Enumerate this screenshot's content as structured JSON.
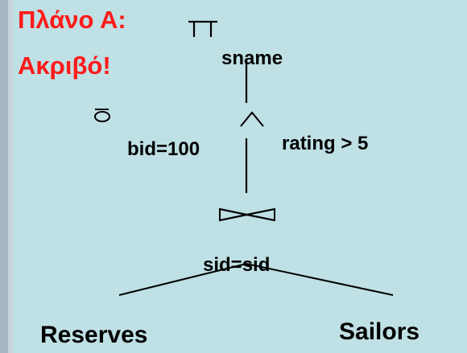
{
  "plan": {
    "title_line1": "Πλάνο Α:",
    "title_line2": "Ακριβό!"
  },
  "operators": {
    "projection_attr": "sname",
    "selection_left": "bid=100",
    "selection_right": "rating > 5",
    "join_condition": "sid=sid"
  },
  "relations": {
    "left": "Reserves",
    "right": "Sailors"
  },
  "colors": {
    "background": "#bfe0e4",
    "title": "#ff1a1a",
    "text": "#000000"
  }
}
